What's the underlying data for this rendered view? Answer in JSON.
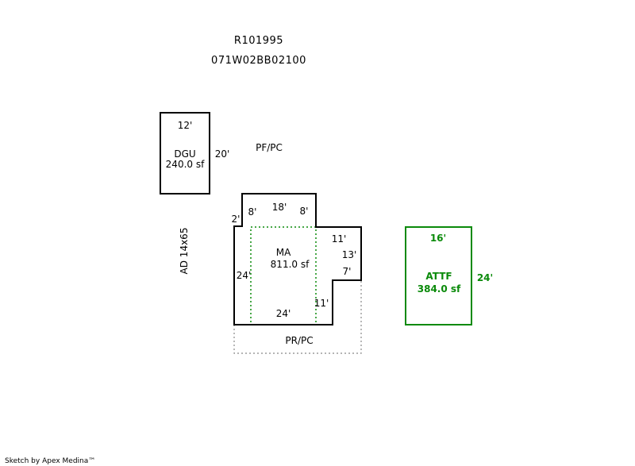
{
  "header": {
    "parcel_id": "R101995",
    "map_number": "071W02BB02100"
  },
  "dgu": {
    "width_label": "12'",
    "height_label": "20'",
    "code": "DGU",
    "area": "240.0 sf"
  },
  "main_area": {
    "code": "MA",
    "area": "811.0 sf",
    "dims": {
      "left_step": "2'",
      "top_left": "8'",
      "top_mid": "18'",
      "top_right": "8'",
      "right_upper": "11'",
      "right_height": "13'",
      "right_step": "7'",
      "left_side": "24'",
      "bottom": "24'",
      "bottom_right": "11'"
    }
  },
  "attf": {
    "width_label": "16'",
    "height_label": "24'",
    "code": "ATTF",
    "area": "384.0 sf"
  },
  "labels": {
    "pf_pc": "PF/PC",
    "pr_pc": "PR/PC",
    "ad": "AD 14x65"
  },
  "colors": {
    "line": "#000000",
    "attf": "#0a8a0a",
    "dotted_green": "#0a8a0a",
    "dotted_gray": "#888888"
  },
  "footer": {
    "credit": "Sketch by Apex Medina™"
  }
}
